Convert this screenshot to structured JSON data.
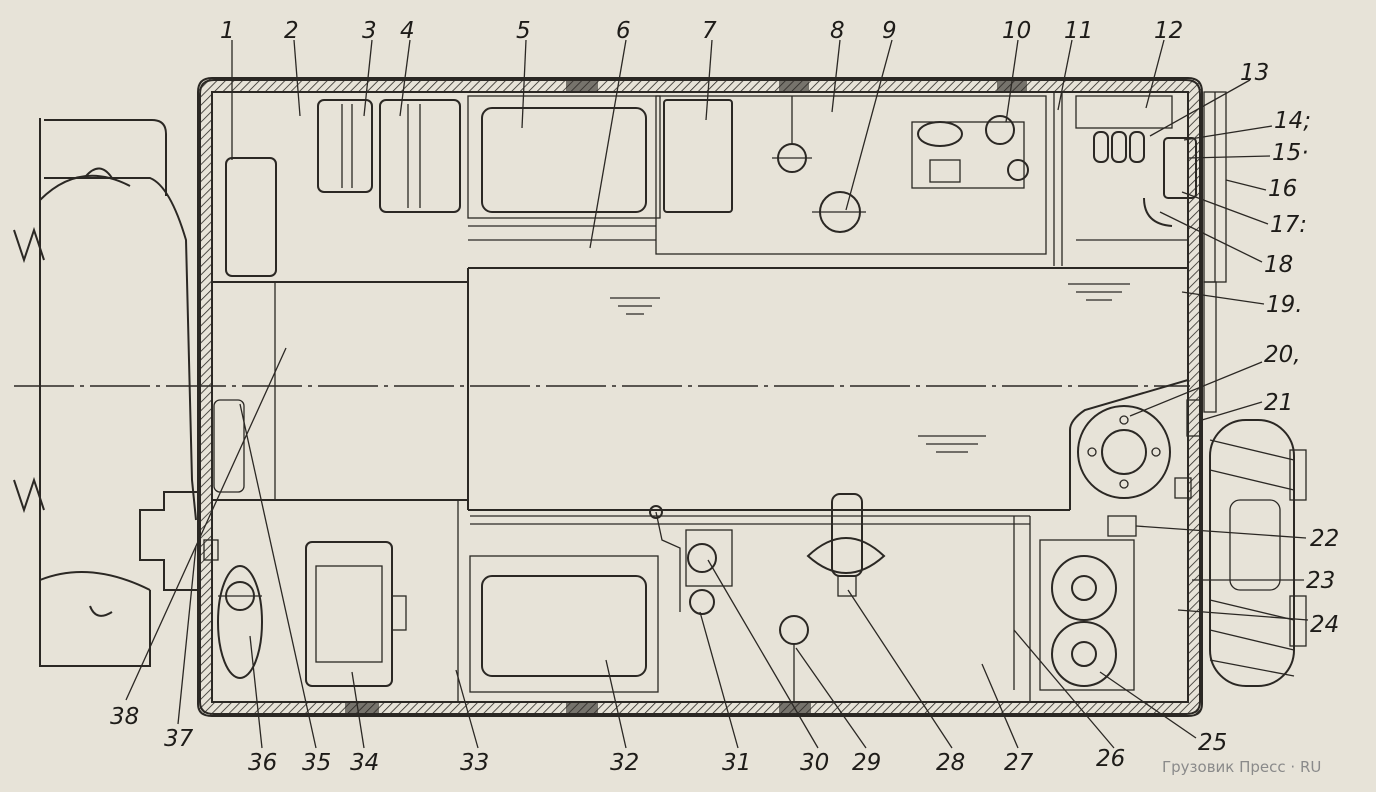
{
  "callouts": [
    "1",
    "2",
    "3",
    "4",
    "5",
    "6",
    "7",
    "8",
    "9",
    "10",
    "11",
    "12",
    "13",
    "14;",
    "15·",
    "16",
    "17:",
    "18",
    "19.",
    "20,",
    "21",
    "22",
    "23",
    "24",
    "25",
    "26",
    "27",
    "28",
    "29",
    "30",
    "31",
    "32",
    "33",
    "34",
    "35",
    "36",
    "37",
    "38"
  ],
  "watermark": "Грузовик Пресс · RU"
}
